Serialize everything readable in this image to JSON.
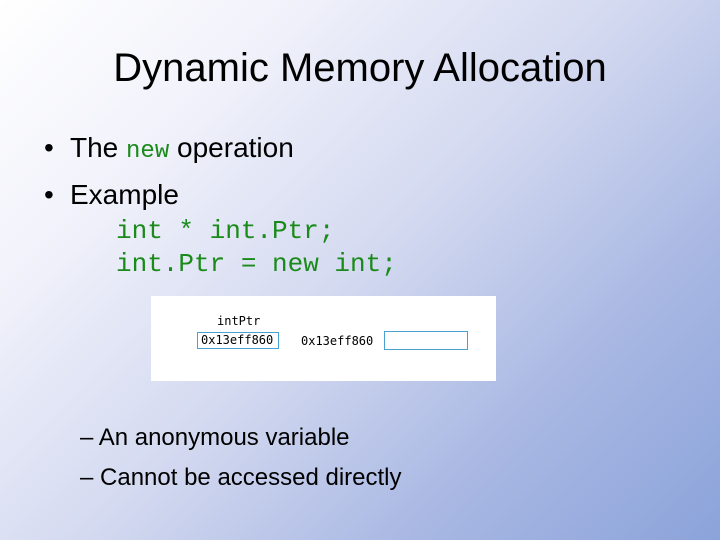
{
  "slide": {
    "title": "Dynamic Memory Allocation",
    "bullets": [
      {
        "marker": "•",
        "text_before": "The ",
        "code": "new",
        "text_after": " operation"
      },
      {
        "marker": "•",
        "text": "Example"
      }
    ],
    "code_lines": [
      "int * int.Ptr;",
      "int.Ptr = new int;"
    ],
    "diagram": {
      "variable_name": "intPtr",
      "pointer_value": "0x13eff860",
      "address_label": "0x13eff860",
      "anonymous_value": ""
    },
    "sub_bullets": [
      "– An anonymous variable",
      "– Cannot be accessed directly"
    ]
  },
  "colors": {
    "code": "#1a8a1a",
    "box_border": "#4aa0d0",
    "background_end": "#8ba3da"
  }
}
